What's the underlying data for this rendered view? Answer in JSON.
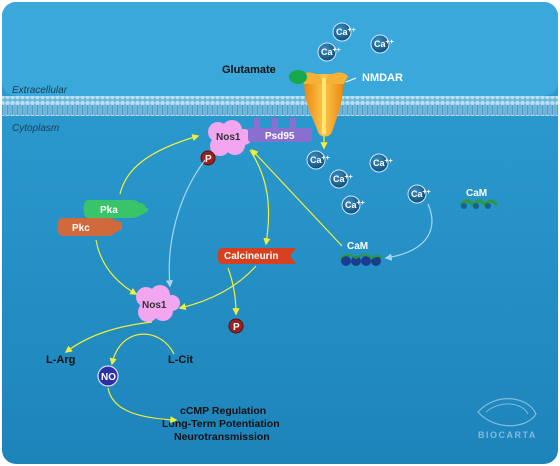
{
  "zones": {
    "extracellular": "Extracellular",
    "cytoplasm": "Cytoplasm"
  },
  "labels": {
    "glutamate": "Glutamate",
    "nmdar": "NMDAR",
    "nos1_membrane": "Nos1",
    "psd95": "Psd95",
    "phospho_1": "P",
    "pka": "Pka",
    "pkc": "Pkc",
    "calcineurin": "Calcineurin",
    "cam_bound": "CaM",
    "cam_free": "CaM",
    "nos1_cyto": "Nos1",
    "phospho_2": "P",
    "l_arg": "L-Arg",
    "l_cit": "L-Cit",
    "no": "NO",
    "calcium": "Ca",
    "calcium_charge": "++",
    "logo": "BIOCARTA"
  },
  "outcomes": [
    "cCMP Regulation",
    "Long-Term Potentiation",
    "Neurotransmission"
  ],
  "colors": {
    "background": "#2390c4",
    "extracellular": "#3aa6d8",
    "membrane": "#8ec9e6",
    "nos1": "#f2a6f0",
    "psd95": "#8a6fd1",
    "nmdar": "#f4a020",
    "glutamate": "#16a84b",
    "pka": "#39c46a",
    "pkc": "#d06a3c",
    "calcineurin": "#d6401e",
    "calcium": "#1a5f8e",
    "phospho": "#9b2020",
    "no": "#2b2fa8",
    "arrow_yellow": "#f2ee3a",
    "arrow_blue": "#a8d6f0"
  }
}
